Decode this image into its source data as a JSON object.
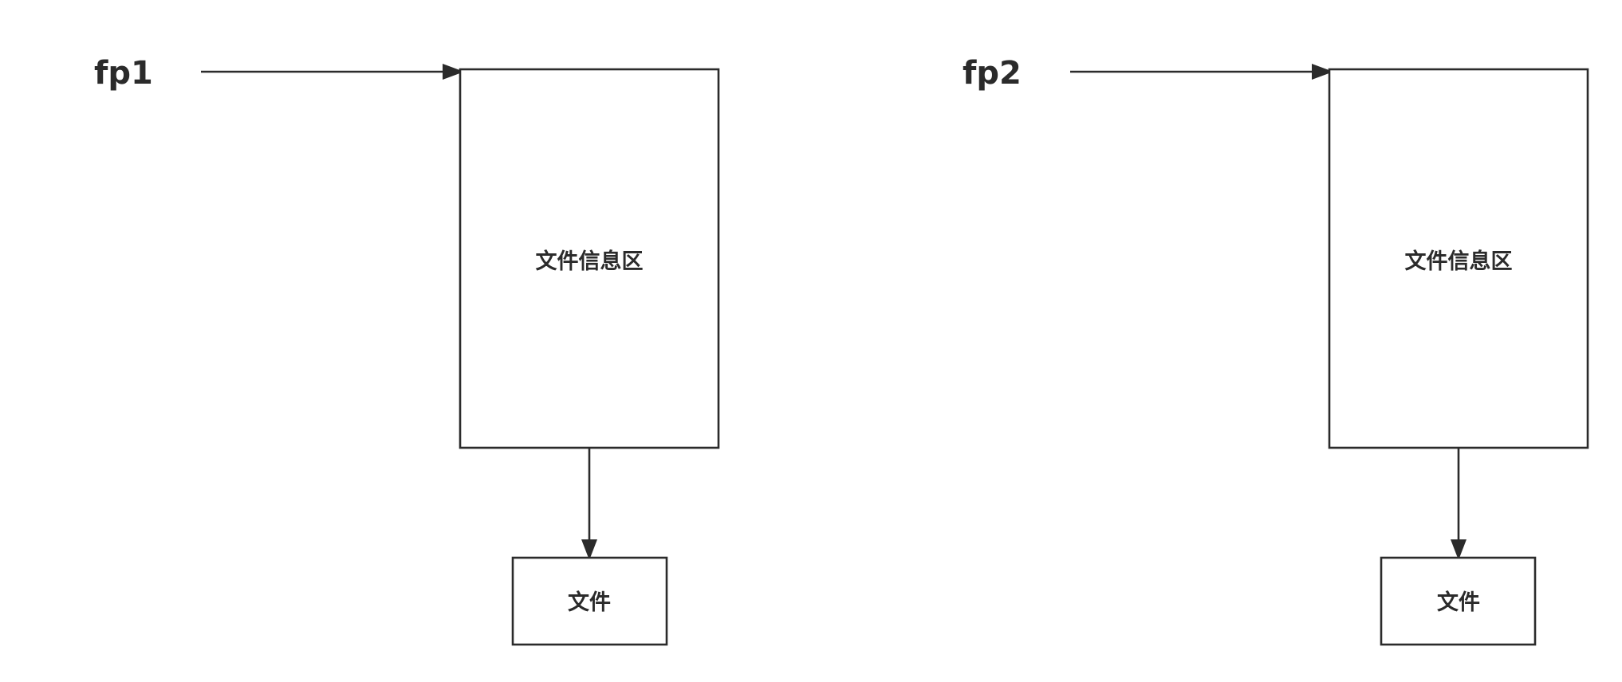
{
  "diagram": {
    "groups": [
      {
        "pointer_label": "fp1",
        "info_label": "文件信息区",
        "file_label": "文件"
      },
      {
        "pointer_label": "fp2",
        "info_label": "文件信息区",
        "file_label": "文件"
      }
    ],
    "colors": {
      "stroke": "#2b2b2b",
      "background": "#ffffff"
    }
  }
}
